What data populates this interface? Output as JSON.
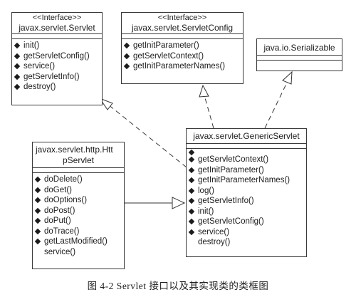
{
  "boxes": {
    "servlet": {
      "stereotype": "<<Interface>>",
      "name": "javax.servlet.Servlet",
      "ops": [
        {
          "label": "init()",
          "marker": true
        },
        {
          "label": "getServletConfig()",
          "marker": true
        },
        {
          "label": "service()",
          "marker": true
        },
        {
          "label": "getServletInfo()",
          "marker": true
        },
        {
          "label": "destroy()",
          "marker": true
        }
      ]
    },
    "servlet_config": {
      "stereotype": "<<Interface>>",
      "name": "javax.servlet.ServletConfig",
      "ops": [
        {
          "label": "getInitParameter()",
          "marker": true
        },
        {
          "label": "getServletContext()",
          "marker": true
        },
        {
          "label": "getInitParameterNames()",
          "marker": true
        }
      ]
    },
    "serializable": {
      "name": "java.io.Serializable"
    },
    "generic_servlet": {
      "name": "javax.servlet.GenericServlet",
      "ops": [
        {
          "label": "",
          "marker": true
        },
        {
          "label": "getServletContext()",
          "marker": true
        },
        {
          "label": "getInitParameter()",
          "marker": true
        },
        {
          "label": "getInitParameterNames()",
          "marker": true
        },
        {
          "label": "log()",
          "marker": true
        },
        {
          "label": "getServletInfo()",
          "marker": true
        },
        {
          "label": "init()",
          "marker": true
        },
        {
          "label": "getServletConfig()",
          "marker": true
        },
        {
          "label": "service()",
          "marker": true
        },
        {
          "label": "destroy()",
          "marker": false
        }
      ]
    },
    "http_servlet": {
      "name_line1": "javax.servlet.http.Htt",
      "name_line2": "pServlet",
      "ops": [
        {
          "label": "doDelete()",
          "marker": true
        },
        {
          "label": "doGet()",
          "marker": true
        },
        {
          "label": "doOptions()",
          "marker": true
        },
        {
          "label": "doPost()",
          "marker": true
        },
        {
          "label": "doPut()",
          "marker": true
        },
        {
          "label": "doTrace()",
          "marker": true
        },
        {
          "label": "getLastModified()",
          "marker": true
        },
        {
          "label": "service()",
          "marker": false
        }
      ]
    }
  },
  "caption": "图 4-2   Servlet 接口以及其实现类的类框图"
}
